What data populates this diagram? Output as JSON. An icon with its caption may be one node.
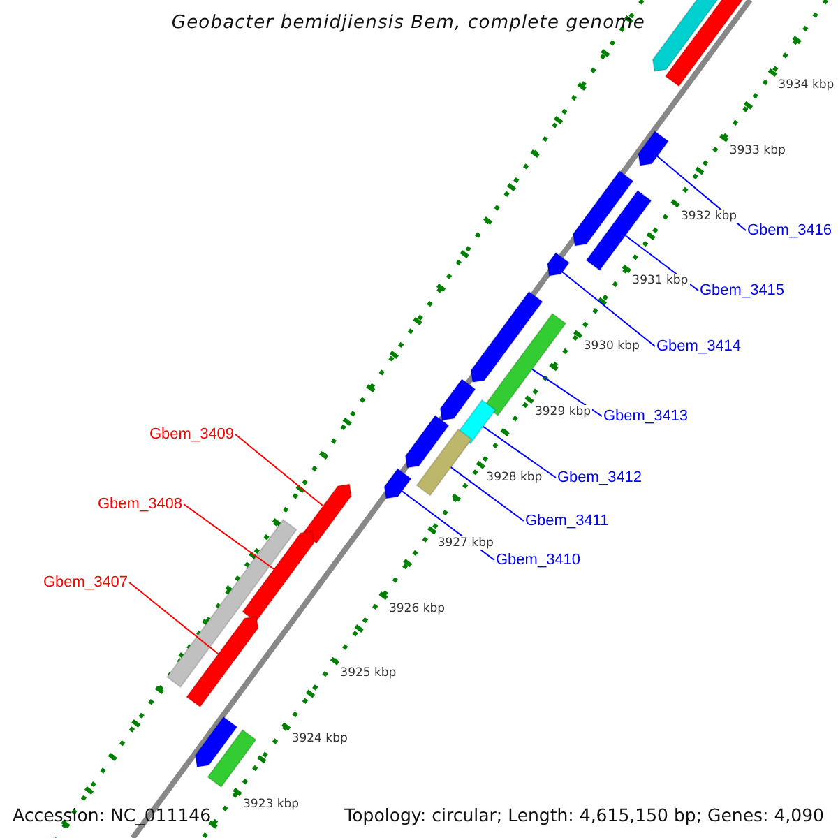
{
  "diagram": {
    "title": "Geobacter bemidjiensis Bem, complete genome",
    "nodes": [
      {
        "text": [],
        "shape": "bar"
      },
      {
        "text": [],
        "shape": "bar"
      },
      {
        "text": [],
        "shape": "bar"
      },
      {
        "text": [],
        "shape": "bar"
      },
      {
        "text": [],
        "shape": "bar"
      },
      {
        "text": [],
        "shape": "bar"
      },
      {
        "text": [],
        "shape": "bar"
      },
      {
        "text": [],
        "shape": "bar"
      },
      {
        "text": [],
        "shape": "bar"
      },
      {
        "text": [],
        "shape": "bar"
      },
      {
        "text": [],
        "shape": "bar"
      },
      {
        "text": [],
        "shape": "bar"
      },
      {
        "text": [],
        "shape": "bar"
      },
      {
        "text": [],
        "shape": "bar"
      },
      {
        "text": [],
        "shape": "bar"
      },
      {
        "text": [],
        "shape": "bar"
      },
      {
        "text": [],
        "shape": "bar"
      },
      {
        "text": [],
        "shape": "bar"
      },
      {
        "text": [],
        "shape": "bar"
      },
      {
        "text": [
          "Gbem_3416"
        ]
      },
      {
        "text": [
          "Gbem_3415"
        ]
      },
      {
        "text": [
          "Gbem_3414"
        ]
      },
      {
        "text": [
          "Gbem_3413"
        ]
      },
      {
        "text": [
          "Gbem_3409"
        ]
      },
      {
        "text": [
          "Gbem_3412"
        ]
      },
      {
        "text": [
          "Gbem_3408"
        ]
      },
      {
        "text": [
          "Gbem_3411"
        ]
      },
      {
        "text": [
          "Gbem_3410"
        ]
      },
      {
        "text": [
          "Gbem_3407"
        ]
      }
    ],
    "edges": [
      {
        "from": 19,
        "to": 2,
        "arrow": "none"
      },
      {
        "from": 20,
        "to": 4,
        "arrow": "none"
      },
      {
        "from": 21,
        "to": 5,
        "arrow": "none"
      },
      {
        "from": 22,
        "to": 7,
        "arrow": "none"
      },
      {
        "from": 23,
        "to": 13,
        "arrow": "none",
        "color": "#ff0000"
      },
      {
        "from": 24,
        "to": 9,
        "arrow": "none"
      },
      {
        "from": 25,
        "to": 14,
        "arrow": "none",
        "color": "#ff0000"
      },
      {
        "from": 26,
        "to": 11,
        "arrow": "none"
      },
      {
        "from": 27,
        "to": 12,
        "arrow": "none"
      },
      {
        "from": 28,
        "to": 16,
        "arrow": "none",
        "color": "#ff0000"
      }
    ],
    "labels": [
      "3934 kbp",
      "3933 kbp",
      "3932 kbp",
      "3931 kbp",
      "3930 kbp",
      "3929 kbp",
      "3928 kbp",
      "3927 kbp",
      "3926 kbp",
      "3925 kbp",
      "3924 kbp",
      "3923 kbp",
      "Accession: NC_011146",
      "Topology: circular; Length: 4,615,150 bp; Genes: 4,090"
    ]
  }
}
